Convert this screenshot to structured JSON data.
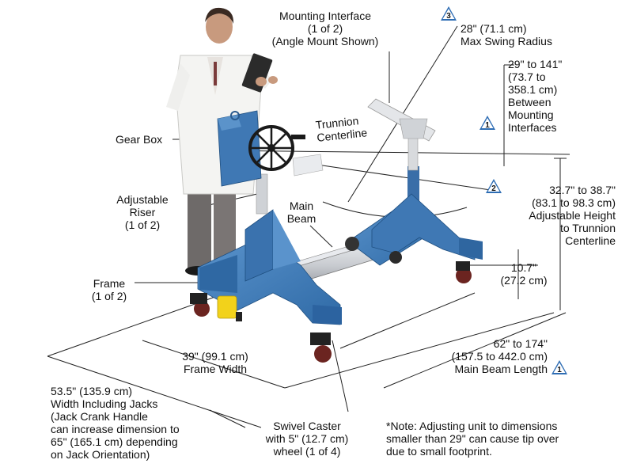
{
  "labels": {
    "mounting_interface": [
      "Mounting Interface",
      "(1 of 2)",
      "(Angle Mount Shown)"
    ],
    "swing_radius": [
      "28\" (71.1 cm)",
      "Max Swing Radius"
    ],
    "between_interfaces": [
      "29\" to 141\"",
      "(73.7 to",
      "358.1 cm)",
      "Between",
      "Mounting",
      "Interfaces"
    ],
    "gear_box": "Gear Box",
    "trunnion": [
      "Trunnion",
      "Centerline"
    ],
    "adjustable_riser": [
      "Adjustable",
      "Riser",
      "(1 of 2)"
    ],
    "main_beam": [
      "Main",
      "Beam"
    ],
    "adjustable_height": [
      "32.7\" to 38.7\"",
      "(83.1 to 98.3 cm)",
      "Adjustable Height",
      "to Trunnion",
      "Centerline"
    ],
    "frame": [
      "Frame",
      "(1 of 2)"
    ],
    "ground_clearance": [
      "10.7\"",
      "(27.2 cm)"
    ],
    "frame_width": [
      "39\" (99.1 cm)",
      "Frame Width"
    ],
    "beam_length": [
      "62\" to 174\"",
      "(157.5 to 442.0 cm)",
      "Main Beam Length"
    ],
    "width_jacks": [
      "53.5\" (135.9 cm)",
      "Width Including Jacks",
      "(Jack Crank Handle",
      "can increase dimension to",
      "65\" (165.1 cm) depending",
      "on Jack Orientation)"
    ],
    "swivel_caster": [
      "Swivel Caster",
      "with 5\" (12.7 cm)",
      "wheel (1 of 4)"
    ],
    "note": [
      "*Note: Adjusting unit to dimensions",
      "smaller than 29\" can cause tip over",
      "due to small footprint."
    ]
  },
  "badges": {
    "b1": "1",
    "b2": "2",
    "b3": "3"
  },
  "colors": {
    "frame_blue": "#3f78b4",
    "frame_dark": "#2a5a8e",
    "beam_silver": "#c9ccd1",
    "badge_blue": "#2e6db4",
    "jack_yellow": "#f2d21b",
    "line": "#222222"
  },
  "icons": [
    "warning-triangle-icon"
  ]
}
